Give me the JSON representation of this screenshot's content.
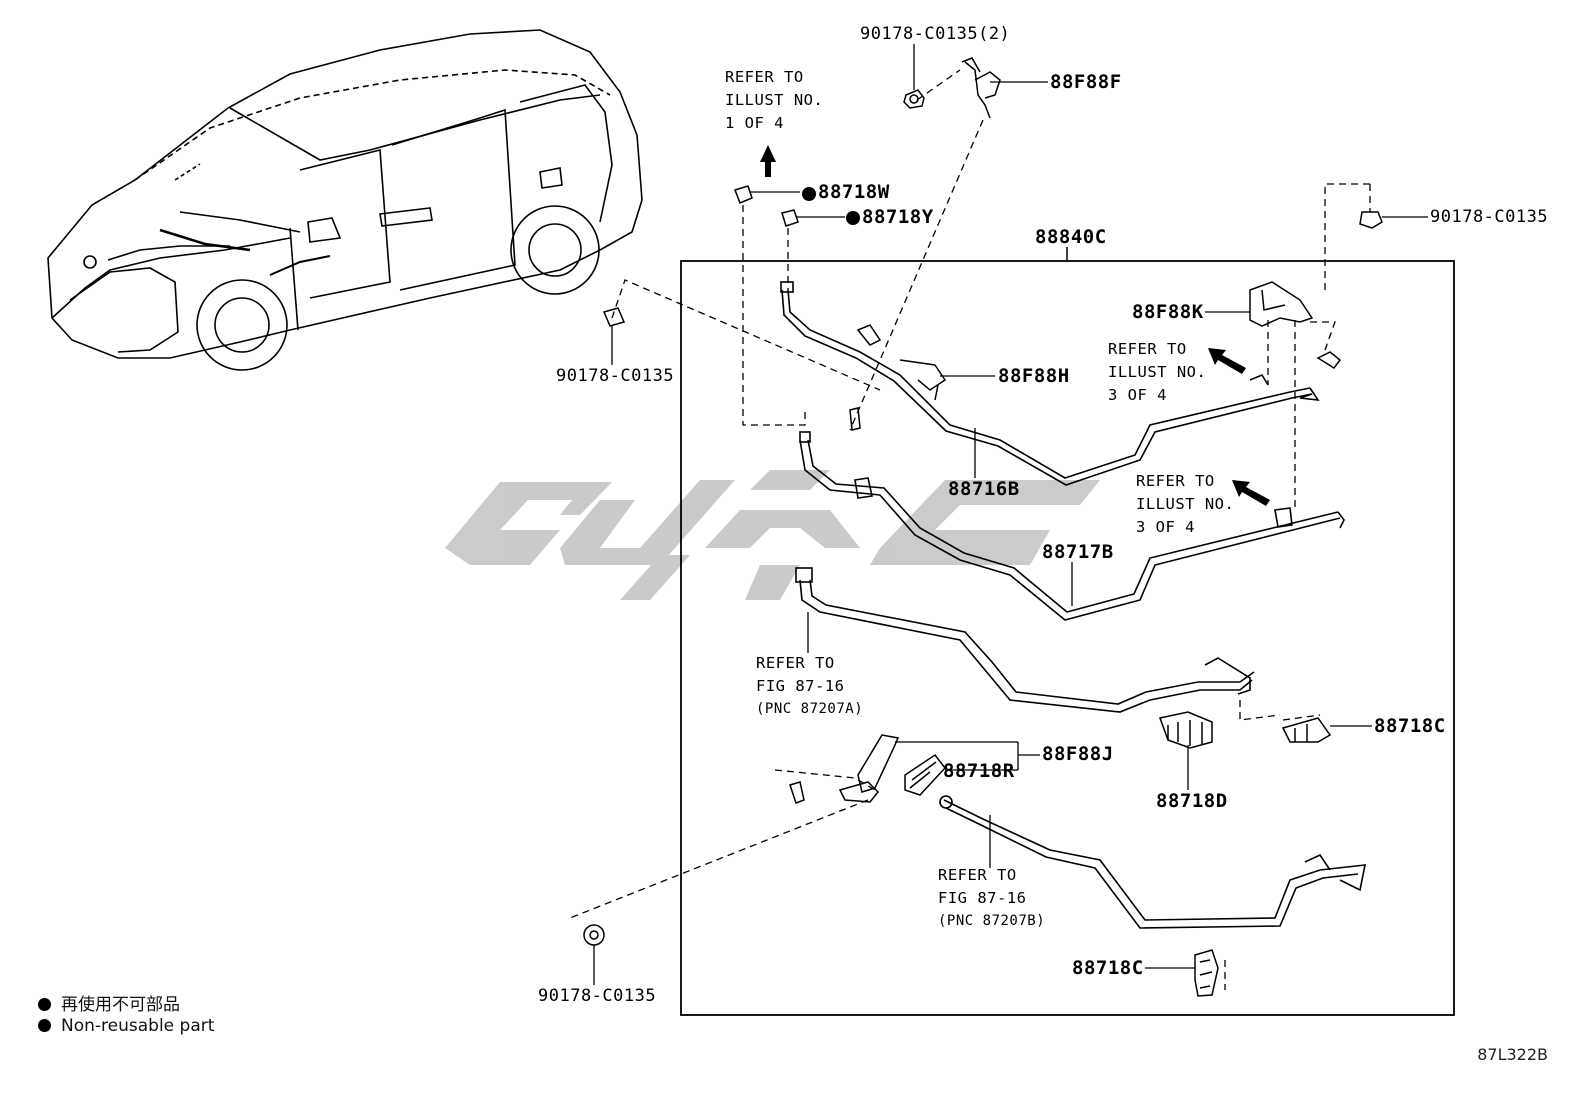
{
  "figure_code": "87L322B",
  "assembly_label": "88840C",
  "part_labels": {
    "bolt_top_2": "90178-C0135(2)",
    "p88F88F": "88F88F",
    "p88718W": "88718W",
    "p88718Y": "88718Y",
    "bolt_right_top": "90178-C0135",
    "bolt_left": "90178-C0135",
    "p88F88K": "88F88K",
    "p88F88H": "88F88H",
    "p88716B": "88716B",
    "p88717B": "88717B",
    "p88718C_right": "88718C",
    "p88F88J": "88F88J",
    "p88718R": "88718R",
    "p88718D": "88718D",
    "p88718C_bottom": "88718C",
    "bolt_bottom": "90178-C0135"
  },
  "notes": {
    "refer_1of4": [
      "REFER TO",
      "ILLUST NO.",
      "1 OF 4"
    ],
    "refer_3of4_upper": [
      "REFER TO",
      "ILLUST NO.",
      "3 OF 4"
    ],
    "refer_3of4_lower": [
      "REFER TO",
      "ILLUST NO.",
      "3 OF 4"
    ],
    "refer_fig_a": [
      "REFER TO",
      "FIG 87-16",
      "(PNC 87207A)"
    ],
    "refer_fig_b": [
      "REFER TO",
      "FIG 87-16",
      "(PNC 87207B)"
    ]
  },
  "legend": {
    "symbol": "filled-circle-icon",
    "line_cn": "再使用不可部品",
    "line_en": "Non-reusable part"
  },
  "watermark": {
    "color": "#c8c8c8"
  },
  "colors": {
    "ink": "#000000",
    "watermark": "#c8c8c8"
  }
}
